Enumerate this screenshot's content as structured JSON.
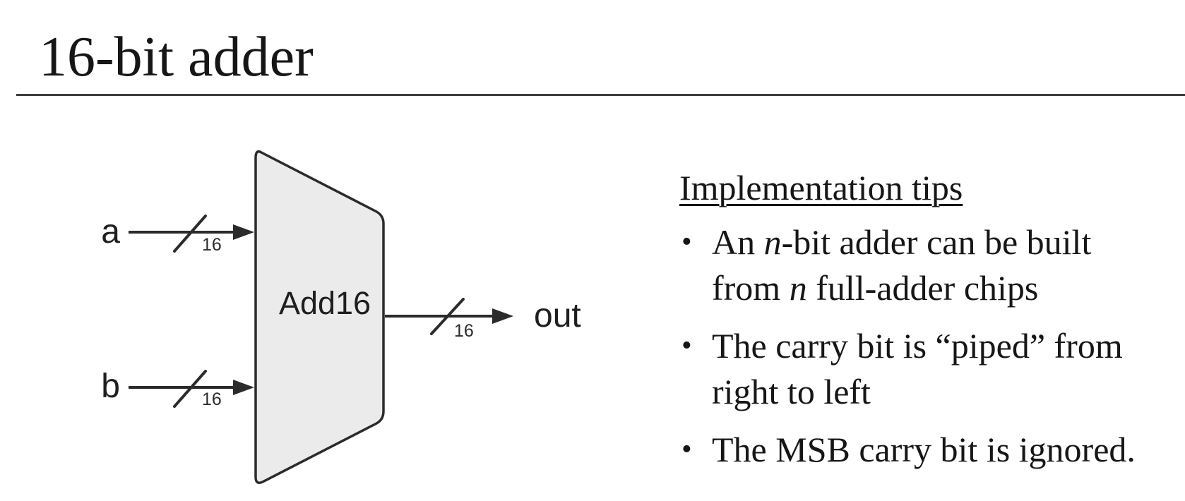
{
  "slide": {
    "title": "16-bit adder"
  },
  "diagram": {
    "chip_label": "Add16",
    "inputs": [
      {
        "label": "a",
        "bus_width": "16"
      },
      {
        "label": "b",
        "bus_width": "16"
      }
    ],
    "output": {
      "label": "out",
      "bus_width": "16"
    },
    "colors": {
      "chip_fill": "#ebebeb",
      "chip_stroke": "#2b2b2b",
      "wire": "#2b2b2b"
    }
  },
  "tips": {
    "heading": "Implementation tips",
    "bullet_glyph": "•",
    "bullets": [
      {
        "lines": [
          [
            {
              "t": "An "
            },
            {
              "t": "n",
              "i": true
            },
            {
              "t": "-bit adder can be built"
            }
          ],
          [
            {
              "t": "from "
            },
            {
              "t": "n",
              "i": true
            },
            {
              "t": " full-adder chips"
            }
          ]
        ]
      },
      {
        "lines": [
          [
            {
              "t": "The carry bit is “piped” from"
            }
          ],
          [
            {
              "t": "right to left"
            }
          ]
        ]
      },
      {
        "lines": [
          [
            {
              "t": "The MSB carry bit is ignored."
            }
          ]
        ]
      }
    ]
  }
}
